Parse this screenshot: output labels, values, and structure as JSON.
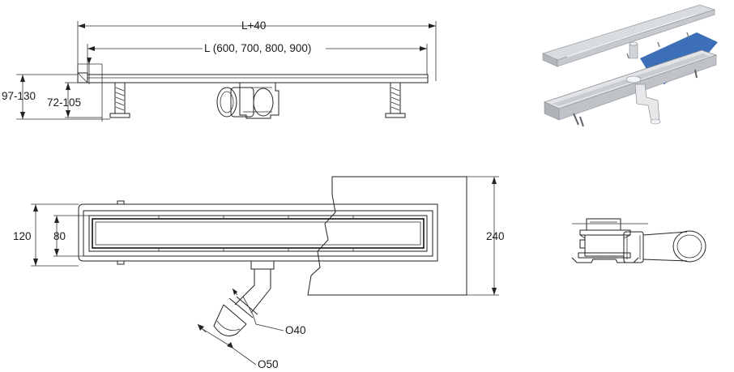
{
  "dimensions": {
    "overall_length": "L+40",
    "length_options": "L (600, 700, 800, 900)",
    "total_height_range": "97-130",
    "adjustable_height_range": "72-105",
    "body_width": "120",
    "grate_width": "80",
    "floor_width": "240",
    "outlet_diameter_small": "O40",
    "outlet_diameter_large": "O50"
  },
  "colors": {
    "line": "#222222",
    "steel_light": "#e4e6e8",
    "steel_mid": "#b9bdc2",
    "steel_dark": "#8a8f95",
    "membrane_blue": "#3d6fb8"
  }
}
